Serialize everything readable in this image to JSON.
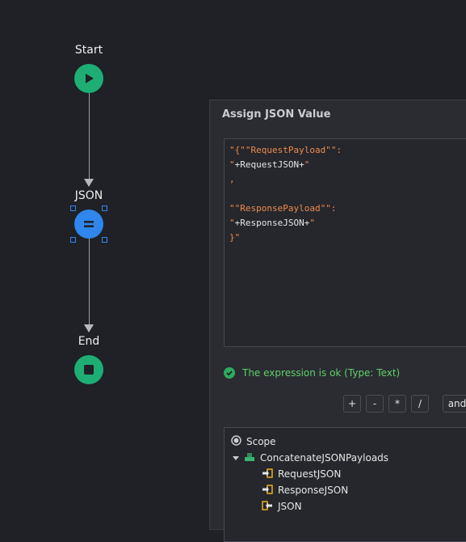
{
  "flow": {
    "start_label": "Start",
    "assign_label": "JSON",
    "end_label": "End",
    "accent_green": "#1eae74",
    "accent_blue": "#2f86ec"
  },
  "dialog": {
    "title": "Assign JSON Value",
    "code_lines": [
      [
        {
          "text": "\"{\"\"RequestPayload\"\":",
          "kind": "str"
        }
      ],
      [
        {
          "text": "\"",
          "kind": "str"
        },
        {
          "text": "+RequestJSON+",
          "kind": "plain"
        },
        {
          "text": "\"",
          "kind": "str"
        }
      ],
      [
        {
          "text": ",",
          "kind": "str"
        }
      ],
      [],
      [
        {
          "text": "\"\"ResponsePayload\"\":",
          "kind": "str"
        }
      ],
      [
        {
          "text": "\"",
          "kind": "str"
        },
        {
          "text": "+ResponseJSON+",
          "kind": "plain"
        },
        {
          "text": "\"",
          "kind": "str"
        }
      ],
      [
        {
          "text": "}\"",
          "kind": "str"
        }
      ]
    ],
    "status_text": "The expression is ok (Type: Text)",
    "operators": [
      "+",
      "-",
      "*",
      "/",
      "and"
    ],
    "scope": {
      "root_label": "Scope",
      "action_label": "ConcatenateJSONPayloads",
      "items": [
        {
          "label": "RequestJSON",
          "icon": "input-parameter-icon"
        },
        {
          "label": "ResponseJSON",
          "icon": "input-parameter-icon"
        },
        {
          "label": "JSON",
          "icon": "output-parameter-icon"
        }
      ]
    }
  }
}
